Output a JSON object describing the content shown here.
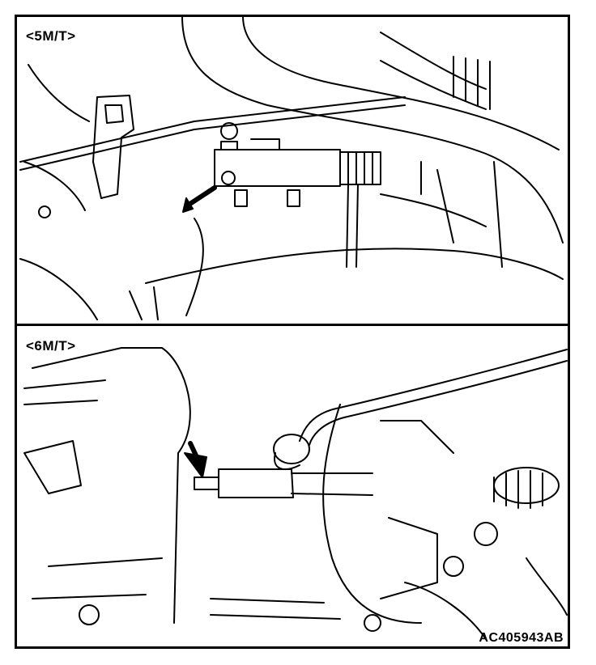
{
  "panels": [
    {
      "label": "<5M/T>"
    },
    {
      "label": "<6M/T>"
    }
  ],
  "figure_code": "AC405943AB",
  "colors": {
    "line": "#000000",
    "background": "#ffffff"
  }
}
